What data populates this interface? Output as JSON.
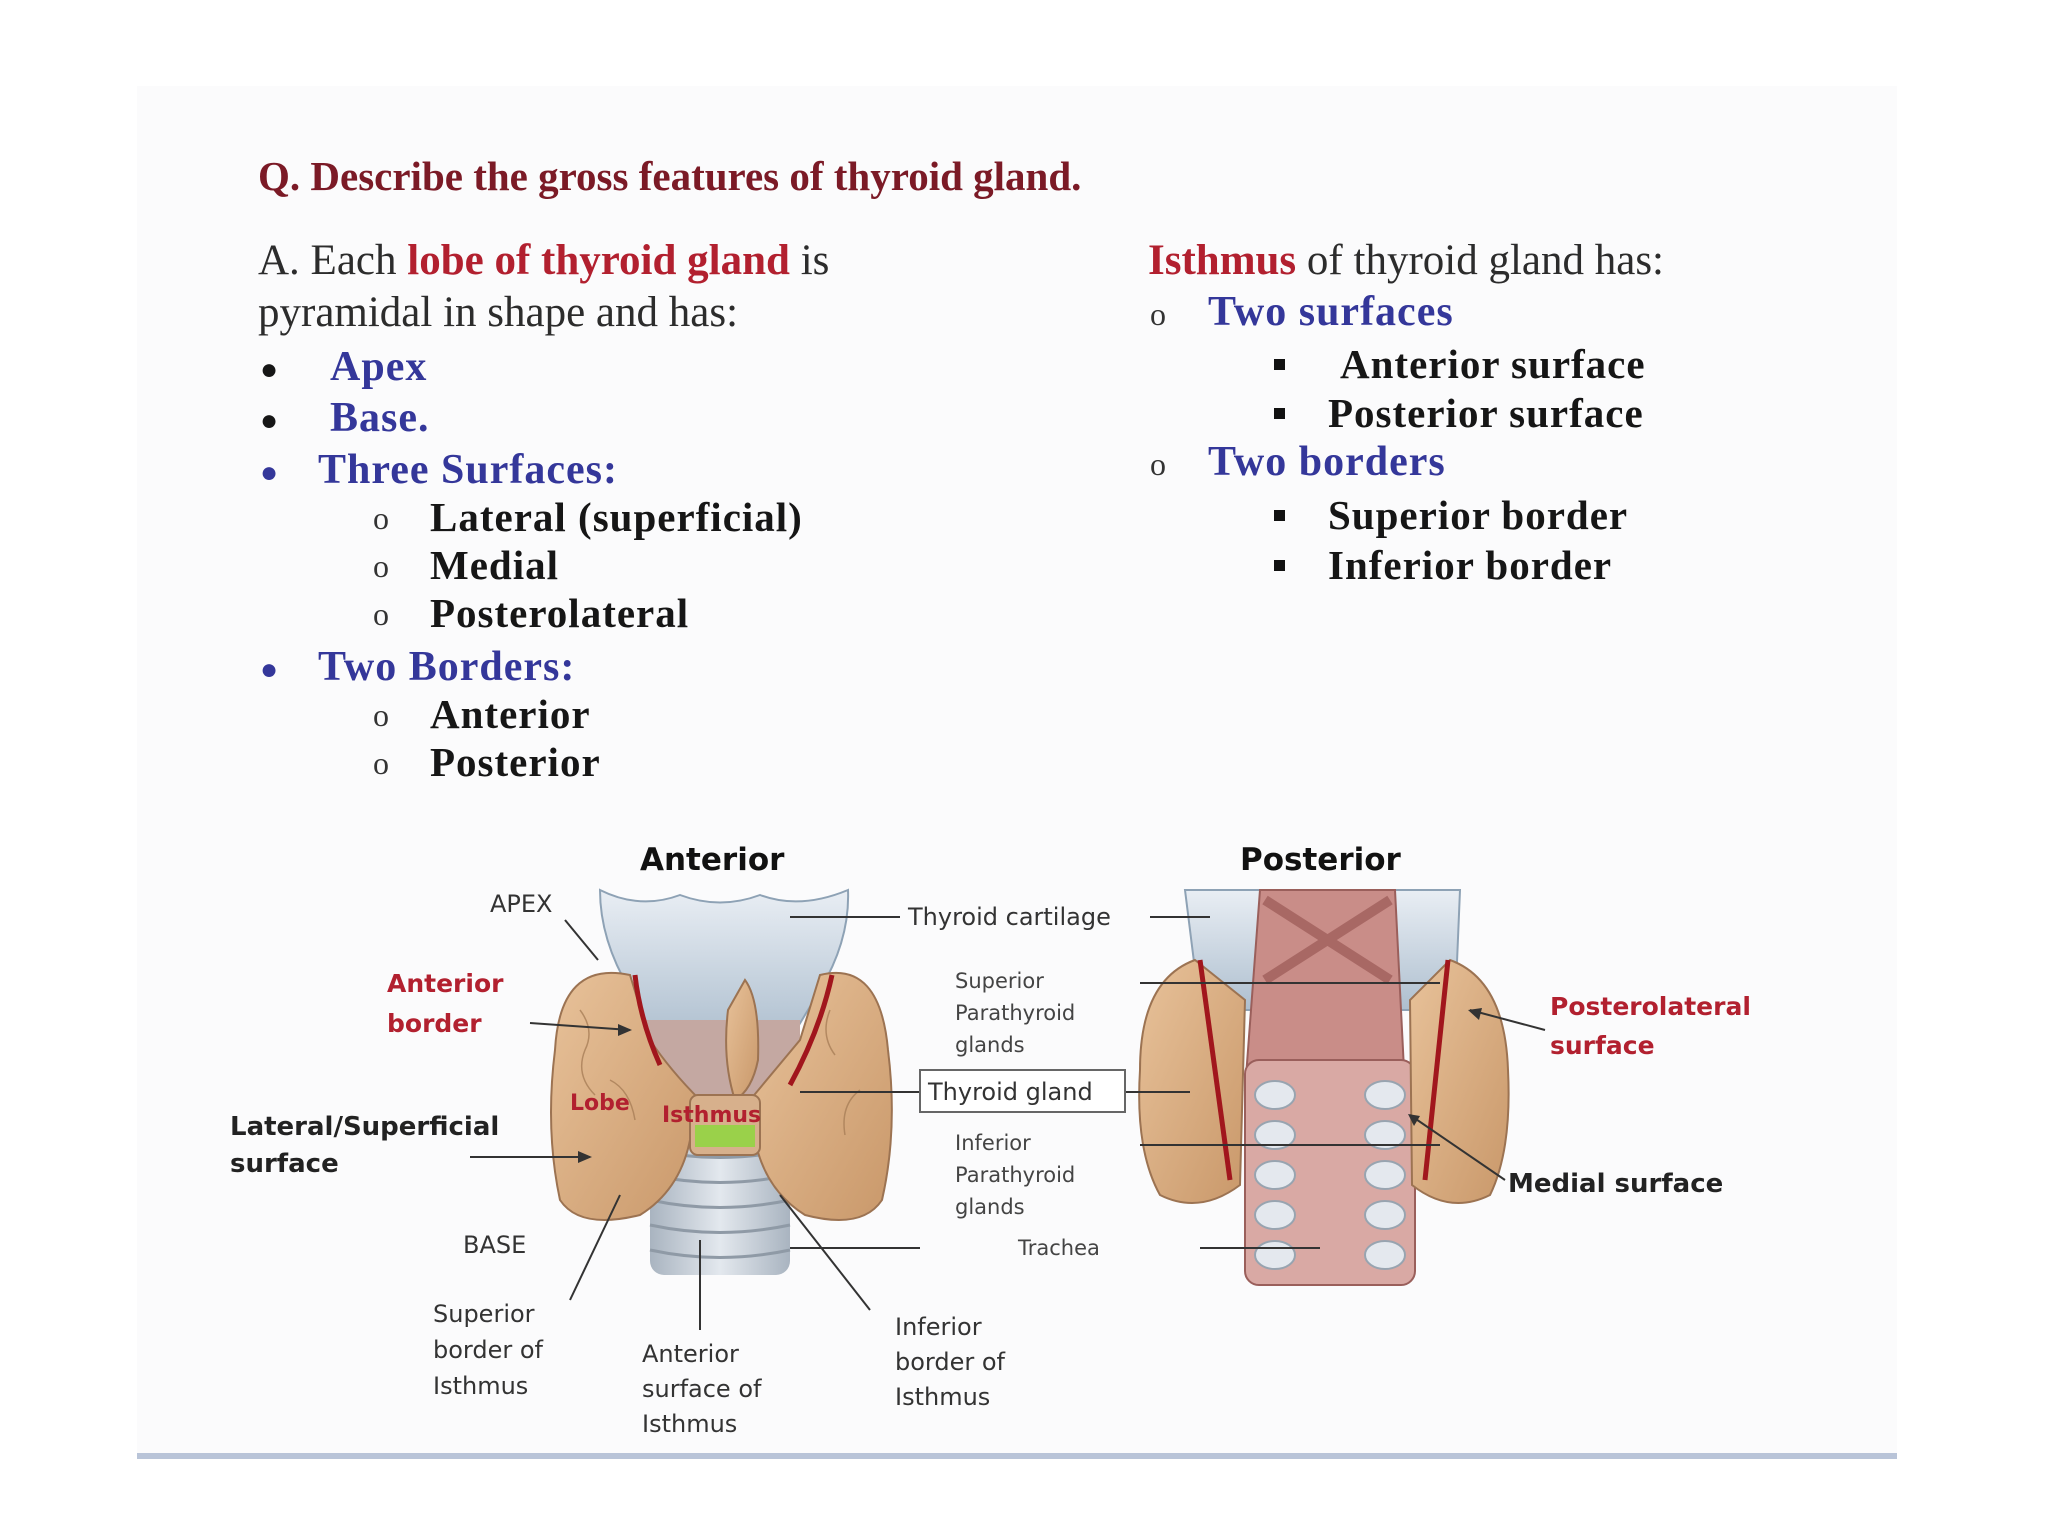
{
  "question": "Q. Describe the gross features of thyroid gland.",
  "answer": {
    "intro_pre": "A. Each ",
    "intro_red": "lobe of thyroid gland",
    "intro_post": " is",
    "intro_line2": "pyramidal in shape and has:",
    "bullets": [
      "Apex",
      "Base.",
      "Three Surfaces:",
      "Two Borders:"
    ],
    "surfaces": [
      "Lateral (superficial)",
      "Medial",
      "Posterolateral"
    ],
    "borders": [
      "Anterior",
      "Posterior"
    ]
  },
  "isthmus": {
    "heading_red": "Isthmus",
    "heading_rest": " of thyroid gland has:",
    "groups": [
      {
        "title": "Two surfaces",
        "items": [
          "Anterior surface",
          "Posterior  surface"
        ]
      },
      {
        "title": "Two borders",
        "items": [
          "Superior border",
          "Inferior border"
        ]
      }
    ]
  },
  "diagram": {
    "anterior_title": "Anterior",
    "posterior_title": "Posterior",
    "labels": {
      "apex": "APEX",
      "anterior_border": [
        "Anterior",
        "border"
      ],
      "lateral_surface": [
        "Lateral/Superficial",
        "surface"
      ],
      "base": "BASE",
      "lobe": "Lobe",
      "isthmus": "Isthmus",
      "superior_border_isthmus": [
        "Superior",
        "border of",
        "Isthmus"
      ],
      "anterior_surface_isthmus": [
        "Anterior",
        "surface of",
        "Isthmus"
      ],
      "inferior_border_isthmus": [
        "Inferior",
        "border of",
        "Isthmus"
      ],
      "thyroid_cartilage": "Thyroid cartilage",
      "superior_parathyroid": [
        "Superior",
        "Parathyroid",
        "glands"
      ],
      "thyroid_gland": "Thyroid gland",
      "inferior_parathyroid": [
        "Inferior",
        "Parathyroid",
        "glands"
      ],
      "trachea": "Trachea",
      "posterolateral_surface": [
        "Posterolateral",
        "surface"
      ],
      "medial_surface": "Medial surface"
    }
  }
}
